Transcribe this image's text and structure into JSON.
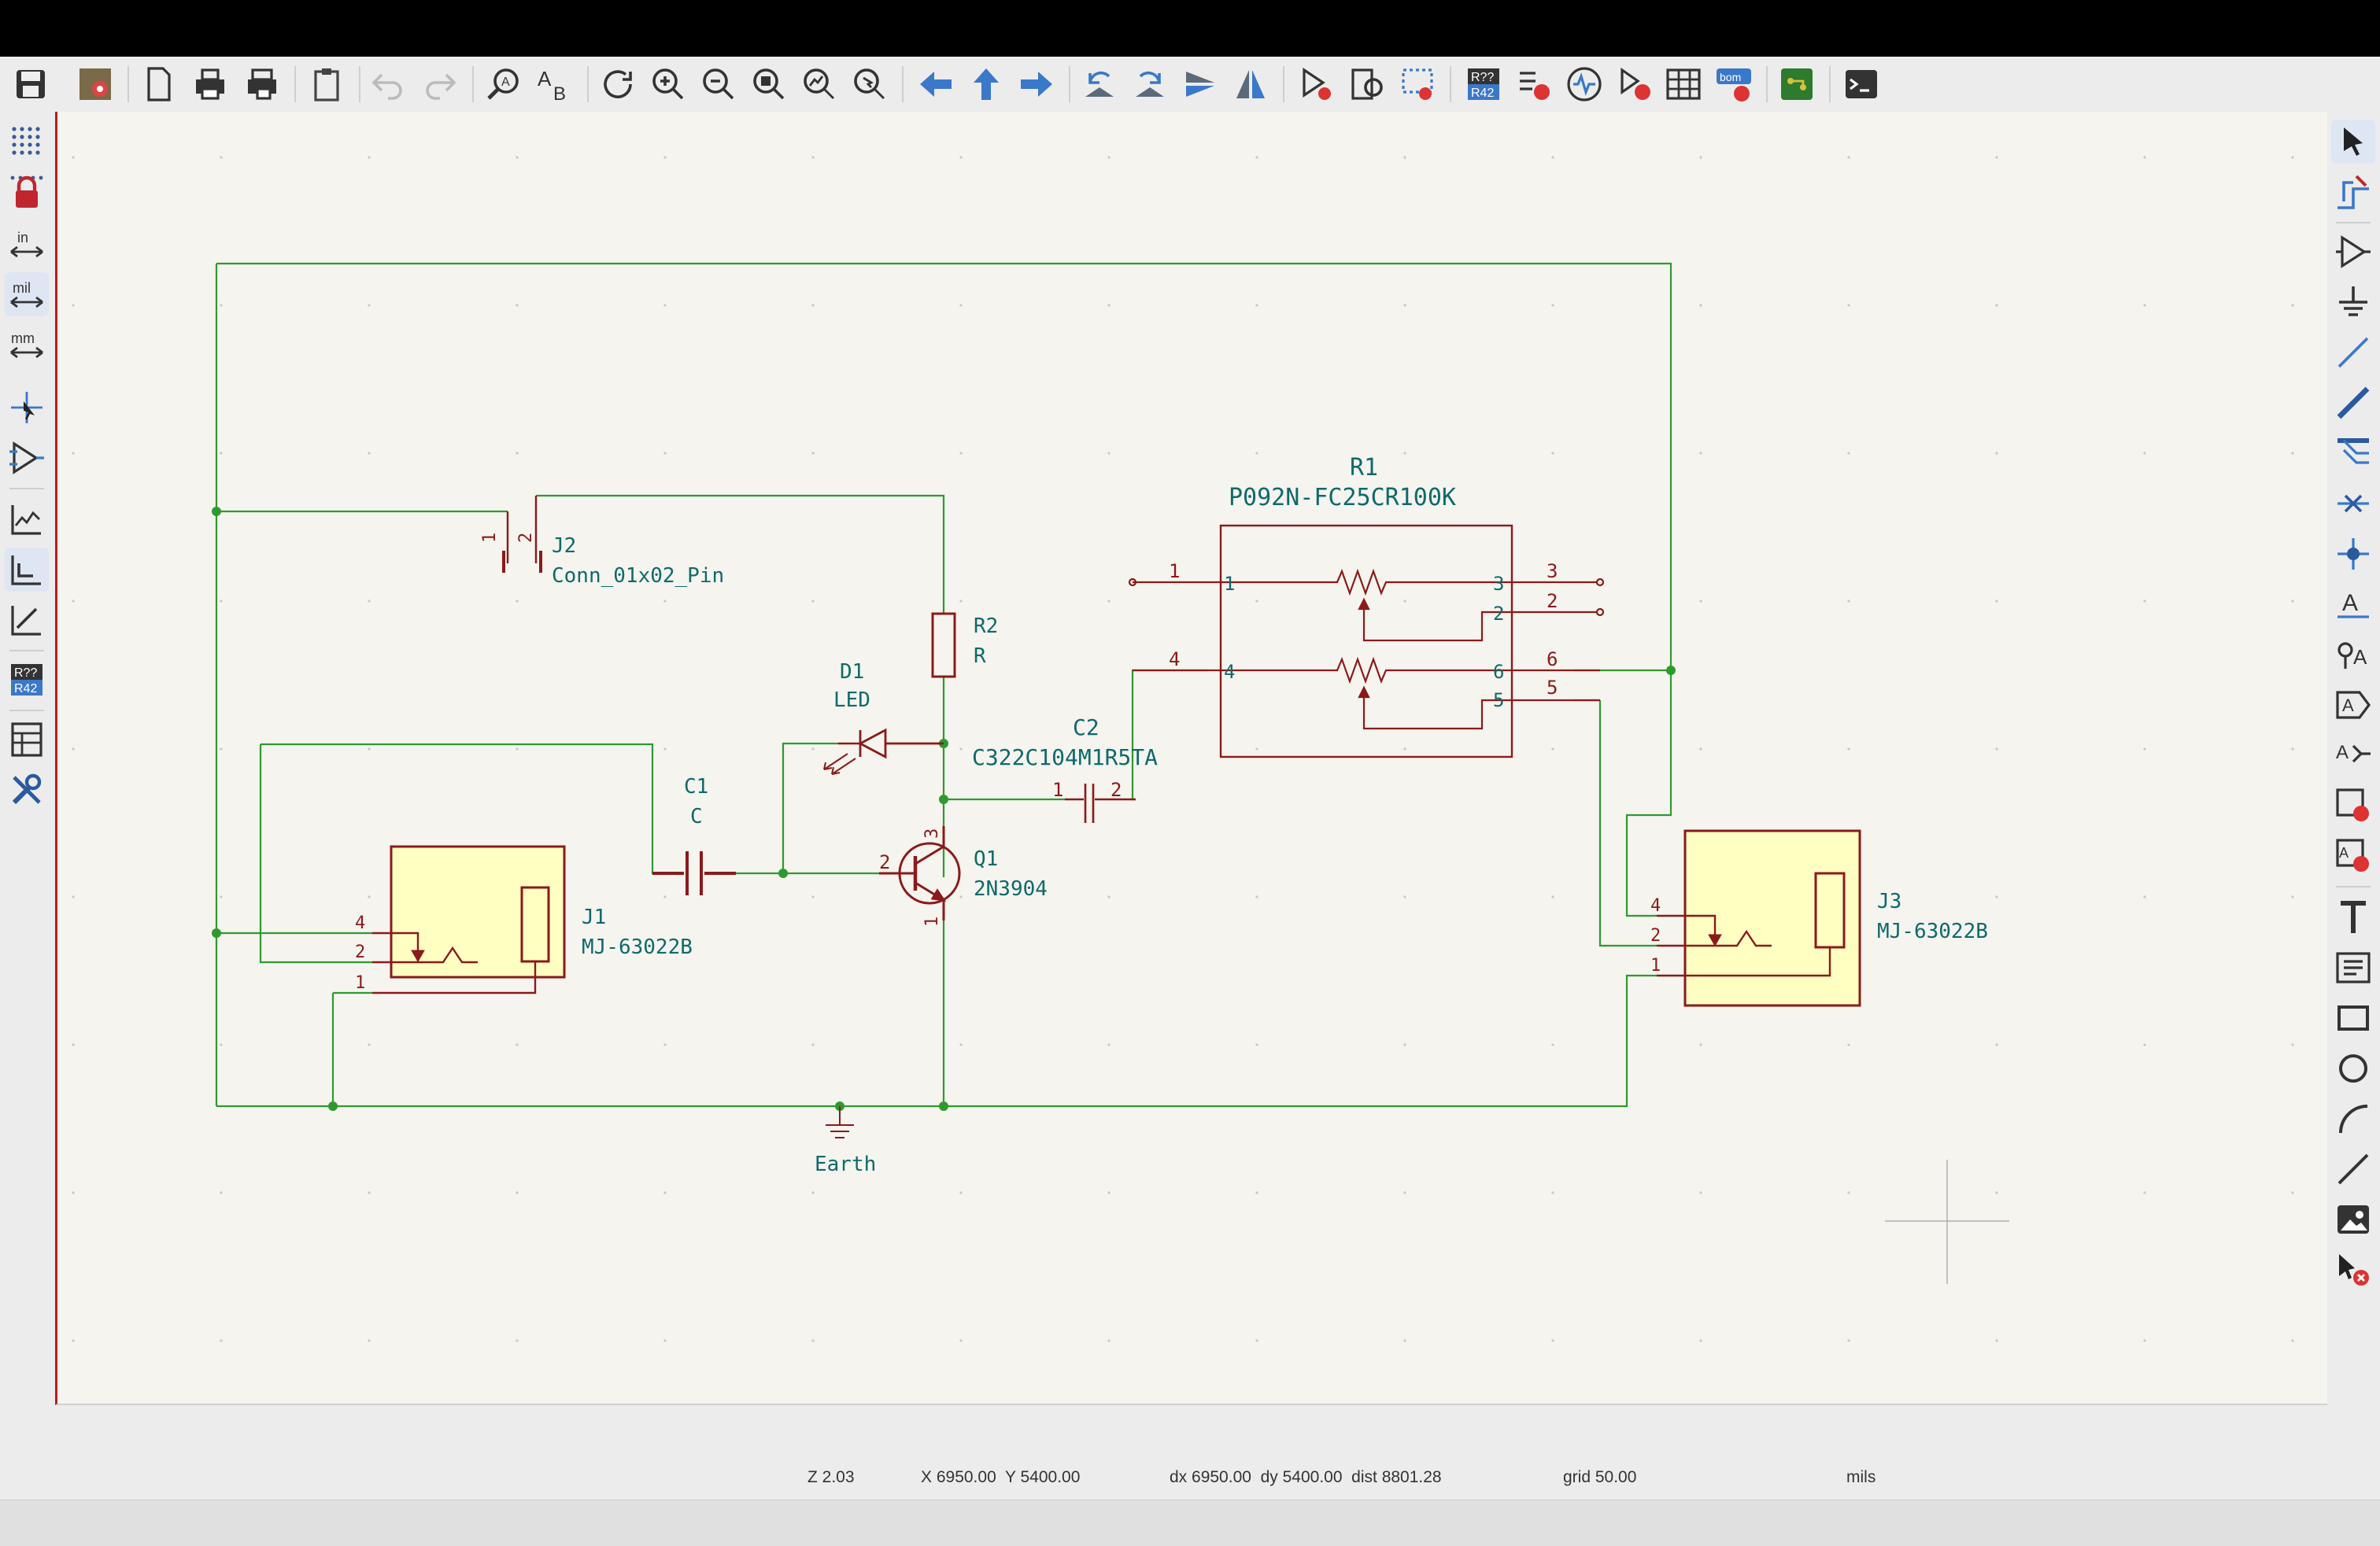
{
  "colors": {
    "wire": "#2e9a2e",
    "symbol": "#8b1a1a",
    "symbol_fill": "#ffffc2",
    "label": "#0e6a6a",
    "canvas": "#f5f4ef",
    "accent": "#3a78c9"
  },
  "toolbar": {
    "items": [
      "save-icon",
      "schematic-setup-icon",
      "new-page-icon",
      "print-icon",
      "plot-icon",
      "paste-icon",
      "undo-icon",
      "redo-icon",
      "find-icon",
      "find-replace-icon",
      "refresh-icon",
      "zoom-in-icon",
      "zoom-out-icon",
      "zoom-fit-icon",
      "zoom-objects-icon",
      "zoom-selection-icon",
      "navigate-back-icon",
      "navigate-up-icon",
      "navigate-forward-icon",
      "rotate-ccw-icon",
      "rotate-cw-icon",
      "mirror-vertical-icon",
      "mirror-horizontal-icon",
      "symbol-editor-icon",
      "symbol-browser-icon",
      "footprint-assign-icon",
      "annotate-icon",
      "erc-icon",
      "simulator-icon",
      "assign-footprints-icon",
      "symbol-fields-table-icon",
      "bom-icon",
      "pcb-editor-icon",
      "scripting-console-icon"
    ]
  },
  "left_toolbar": {
    "items": [
      "grid-icon",
      "lock-icon",
      "inches-label",
      "mils-label",
      "millimeters-label",
      "cursor-icon",
      "hierarchy-pins-icon",
      "line-angle-free-icon",
      "line-angle-90-icon",
      "line-angle-45-icon",
      "annotate-icon",
      "properties-panel-icon",
      "tools-icon"
    ],
    "inches": "in",
    "mils": "mil",
    "mm": "mm",
    "annotate_top": "R??",
    "annotate_bottom": "R42"
  },
  "right_toolbar": {
    "items": [
      "select-icon",
      "highlight-net-icon",
      "add-symbol-icon",
      "add-power-icon",
      "add-wire-icon",
      "add-bus-icon",
      "add-bus-entry-icon",
      "no-connect-icon",
      "junction-icon",
      "net-label-icon",
      "global-label-icon",
      "hierarchical-label-icon",
      "hierarchical-sheet-icon",
      "import-sheet-pin-icon",
      "add-text-icon",
      "add-text-box-icon",
      "add-rectangle-icon",
      "add-circle-icon",
      "add-arc-icon",
      "add-line-icon",
      "add-image-icon",
      "delete-tool-icon"
    ]
  },
  "schematic": {
    "J1": {
      "ref": "J1",
      "value": "MJ-63022B",
      "pins": [
        "4",
        "2",
        "1"
      ]
    },
    "J2": {
      "ref": "J2",
      "value": "Conn_01x02_Pin",
      "pin1": "1",
      "pin2": "2"
    },
    "J3": {
      "ref": "J3",
      "value": "MJ-63022B",
      "pins": [
        "4",
        "2",
        "1"
      ]
    },
    "R1": {
      "ref": "R1",
      "value": "P092N-FC25CR100K",
      "pins_left": [
        "1",
        "4"
      ],
      "pins_right": [
        "3",
        "2",
        "6",
        "5"
      ]
    },
    "R2": {
      "ref": "R2",
      "value": "R"
    },
    "D1": {
      "ref": "D1",
      "value": "LED"
    },
    "C1": {
      "ref": "C1",
      "value": "C"
    },
    "C2": {
      "ref": "C2",
      "value": "C322C104M1R5TA",
      "pin1": "1",
      "pin2": "2"
    },
    "Q1": {
      "ref": "Q1",
      "value": "2N3904",
      "pin_b": "2",
      "pin_c": "3",
      "pin_e": "1"
    },
    "earth": {
      "label": "Earth"
    }
  },
  "status": {
    "zoom": "Z 2.03",
    "xy": "X 6950.00  Y 5400.00",
    "delta": "dx 6950.00  dy 5400.00  dist 8801.28",
    "grid": "grid 50.00",
    "units": "mils"
  }
}
